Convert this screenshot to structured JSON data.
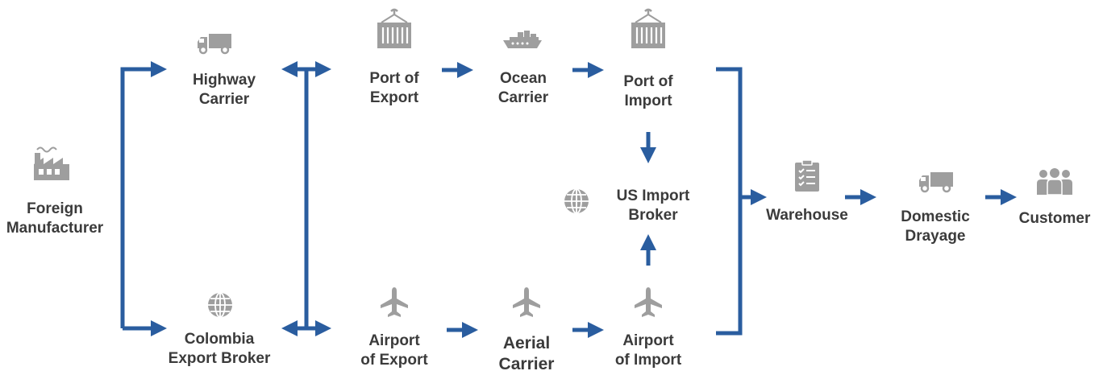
{
  "colors": {
    "arrow": "#2a5d9f",
    "icon": "#9e9e9e",
    "text": "#3b3b3b"
  },
  "nodes": {
    "foreign_manufacturer": {
      "line1": "Foreign",
      "line2": "Manufacturer",
      "icon": "factory-icon"
    },
    "highway_carrier": {
      "line1": "Highway",
      "line2": "Carrier",
      "icon": "truck-icon"
    },
    "colombia_export_broker": {
      "line1": "Colombia",
      "line2": "Export Broker",
      "icon": "globe-icon"
    },
    "port_of_export": {
      "line1": "Port of",
      "line2": "Export",
      "icon": "container-crane-icon"
    },
    "ocean_carrier": {
      "line1": "Ocean",
      "line2": "Carrier",
      "icon": "ship-icon"
    },
    "port_of_import": {
      "line1": "Port of",
      "line2": "Import",
      "icon": "container-crane-icon"
    },
    "us_import_broker": {
      "line1": "US Import",
      "line2": "Broker",
      "icon": "globe-icon"
    },
    "airport_of_export": {
      "line1": "Airport",
      "line2": "of Export",
      "icon": "airplane-icon"
    },
    "aerial_carrier": {
      "line1": "Aerial",
      "line2": "Carrier",
      "icon": "airplane-icon"
    },
    "airport_of_import": {
      "line1": "Airport",
      "line2": "of Import",
      "icon": "airplane-icon"
    },
    "warehouse": {
      "line1": "Warehouse",
      "icon": "clipboard-icon"
    },
    "domestic_drayage": {
      "line1": "Domestic",
      "line2": "Drayage",
      "icon": "truck-icon"
    },
    "customer": {
      "line1": "Customer",
      "icon": "people-icon"
    }
  }
}
